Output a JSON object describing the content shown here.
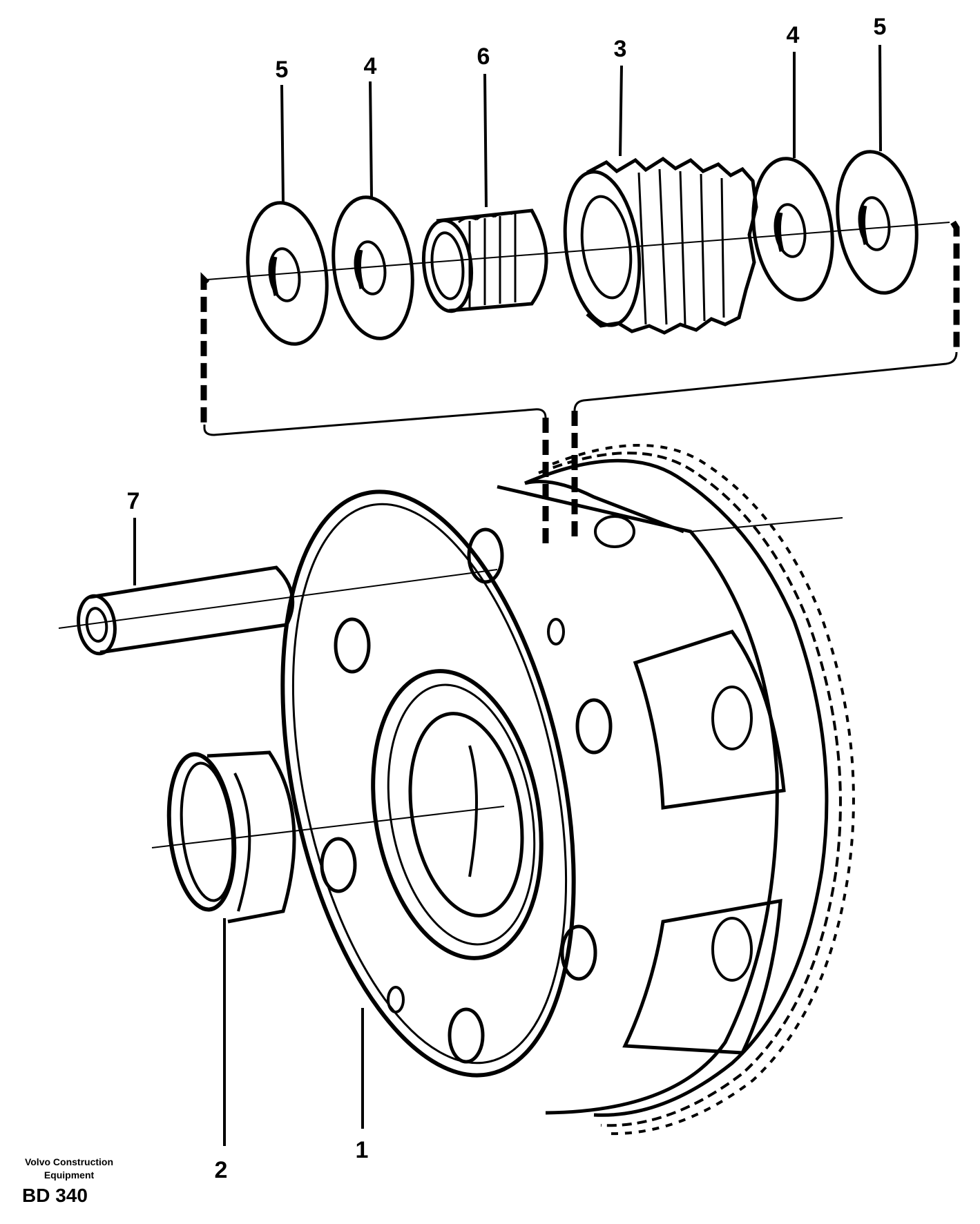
{
  "diagram": {
    "callouts": {
      "washer_outer_left": "5",
      "washer_inner_left": "4",
      "needle_bearing": "6",
      "planet_gear": "3",
      "washer_inner_right": "4",
      "washer_outer_right": "5",
      "planet_shaft": "7",
      "planet_carrier": "1",
      "bushing": "2"
    }
  },
  "footer": {
    "company_line1": "Volvo Construction",
    "company_line2": "Equipment",
    "code": "BD 340"
  }
}
